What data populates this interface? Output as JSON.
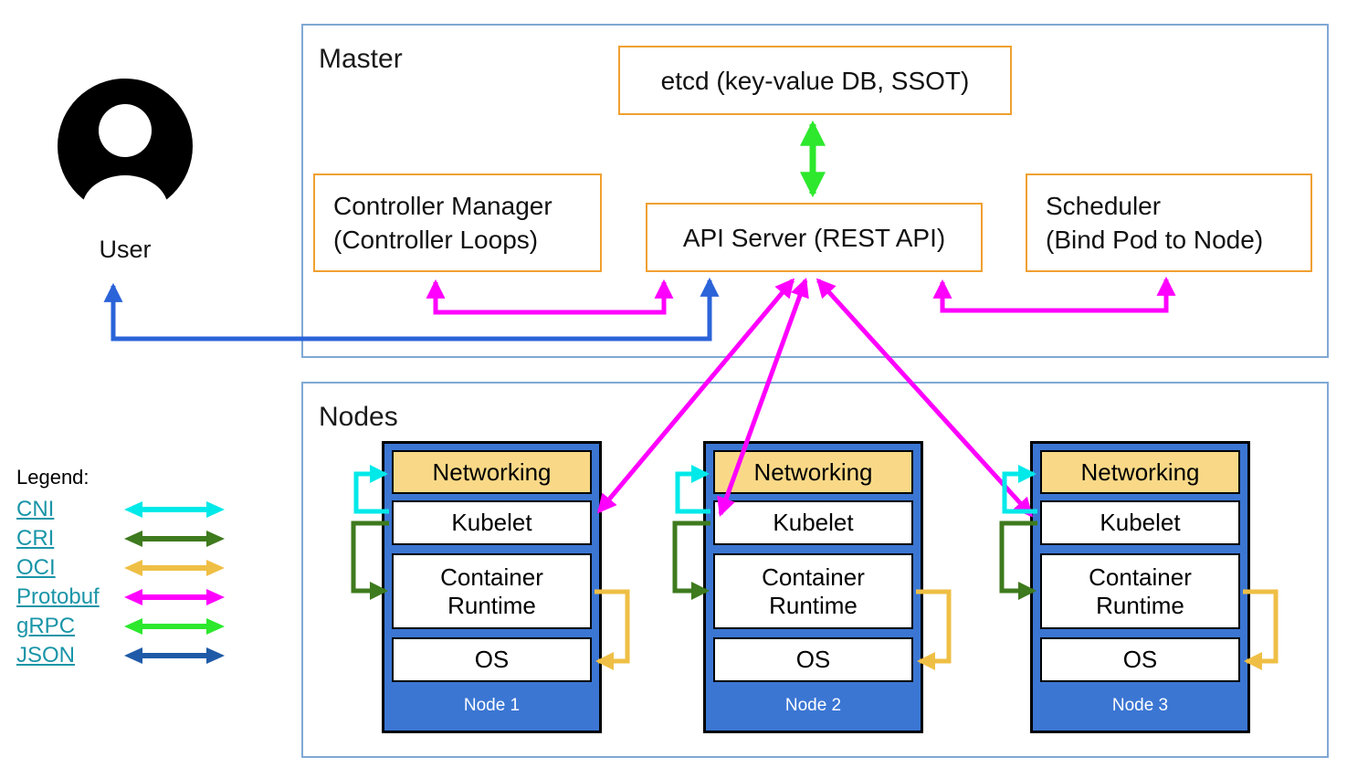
{
  "colors": {
    "cni": "#00E9E9",
    "cri": "#3E7A1E",
    "oci": "#EFBF45",
    "protobuf": "#FF00FF",
    "grpc": "#2DE82D",
    "json": "#1F5AA8",
    "user_json_arrow": "#2B63D9",
    "orange_border": "#F0A030",
    "container_border": "#7FA8D4",
    "node_fill": "#3B76D3",
    "networking_fill": "#F9D987",
    "link": "#1A95A8"
  },
  "user": {
    "label": "User"
  },
  "master": {
    "title": "Master",
    "etcd": "etcd (key-value DB, SSOT)",
    "controller_manager_line1": "Controller Manager",
    "controller_manager_line2": "(Controller Loops)",
    "api_server": "API Server (REST API)",
    "scheduler_line1": "Scheduler",
    "scheduler_line2": "(Bind Pod to Node)"
  },
  "nodes_section": {
    "title": "Nodes",
    "layers": {
      "networking": "Networking",
      "kubelet": "Kubelet",
      "container_runtime": "Container Runtime",
      "os": "OS"
    },
    "nodes": [
      {
        "label": "Node 1"
      },
      {
        "label": "Node 2"
      },
      {
        "label": "Node 3"
      }
    ]
  },
  "legend": {
    "title": "Legend:",
    "items": [
      {
        "label": "CNI",
        "color": "#00E9E9"
      },
      {
        "label": "CRI",
        "color": "#3E7A1E"
      },
      {
        "label": "OCI",
        "color": "#EFBF45"
      },
      {
        "label": "Protobuf",
        "color": "#FF00FF"
      },
      {
        "label": "gRPC",
        "color": "#2DE82D"
      },
      {
        "label": "JSON",
        "color": "#1F5AA8"
      }
    ]
  }
}
